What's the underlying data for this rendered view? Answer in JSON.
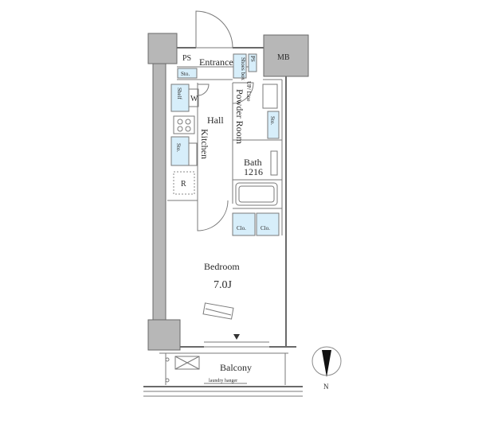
{
  "rooms": {
    "ps": "PS",
    "entrance": "Entrance",
    "mb": "MB",
    "sto": "Sto.",
    "shoes_box": "Shoes box",
    "ps_small": "PS",
    "up_line": "UP/ Line",
    "shelf": "Shelf",
    "w": "W",
    "hall": "Hall",
    "powder_room": "Powder Room",
    "kitchen": "Kitchen",
    "bath": "Bath",
    "bath_size": "1216",
    "r": "R",
    "clo1": "Clo.",
    "clo2": "Clo.",
    "bedroom": "Bedroom",
    "bedroom_size": "7.0J",
    "balcony": "Balcony",
    "laundry": "laundry hanger"
  },
  "compass": {
    "label": "N"
  },
  "colors": {
    "storage": "#d7eefa",
    "wall": "#6a6a6a",
    "column": "#b7b7b7"
  }
}
